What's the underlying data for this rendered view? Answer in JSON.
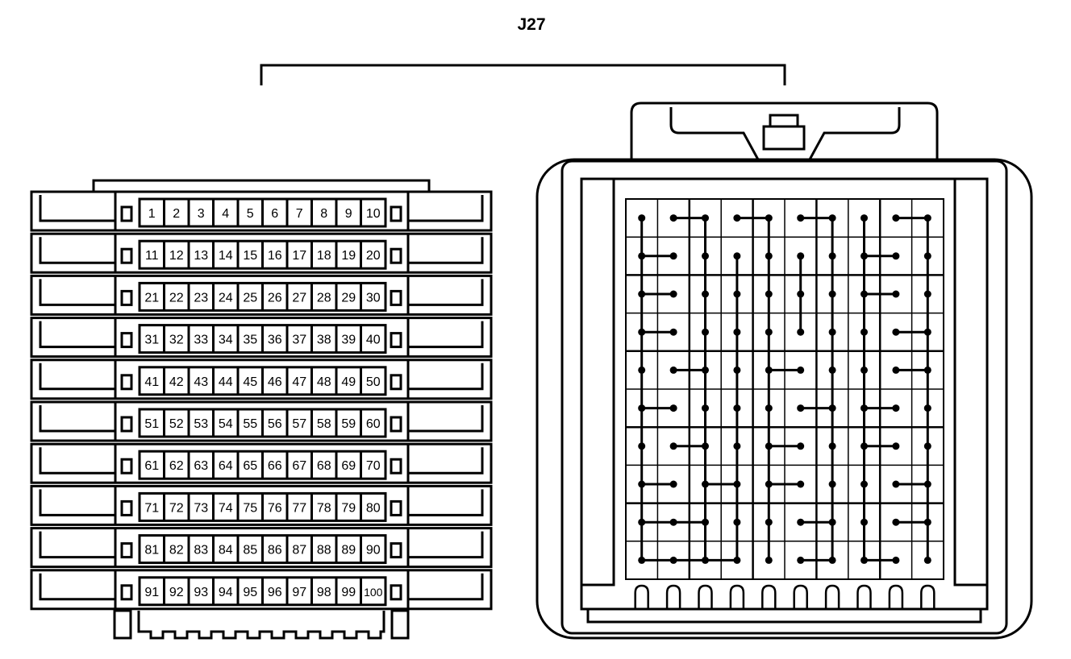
{
  "connector": {
    "id": "J27",
    "rows": [
      [
        "1",
        "2",
        "3",
        "4",
        "5",
        "6",
        "7",
        "8",
        "9",
        "10"
      ],
      [
        "11",
        "12",
        "13",
        "14",
        "15",
        "16",
        "17",
        "18",
        "19",
        "20"
      ],
      [
        "21",
        "22",
        "23",
        "24",
        "25",
        "26",
        "27",
        "28",
        "29",
        "30"
      ],
      [
        "31",
        "32",
        "33",
        "34",
        "35",
        "36",
        "37",
        "38",
        "39",
        "40"
      ],
      [
        "41",
        "42",
        "43",
        "44",
        "45",
        "46",
        "47",
        "48",
        "49",
        "50"
      ],
      [
        "51",
        "52",
        "53",
        "54",
        "55",
        "56",
        "57",
        "58",
        "59",
        "60"
      ],
      [
        "61",
        "62",
        "63",
        "64",
        "65",
        "66",
        "67",
        "68",
        "69",
        "70"
      ],
      [
        "71",
        "72",
        "73",
        "74",
        "75",
        "76",
        "77",
        "78",
        "79",
        "80"
      ],
      [
        "81",
        "82",
        "83",
        "84",
        "85",
        "86",
        "87",
        "88",
        "89",
        "90"
      ],
      [
        "91",
        "92",
        "93",
        "94",
        "95",
        "96",
        "97",
        "98",
        "99",
        "100"
      ]
    ]
  },
  "colors": {
    "line": "#000000",
    "background": "#ffffff"
  }
}
